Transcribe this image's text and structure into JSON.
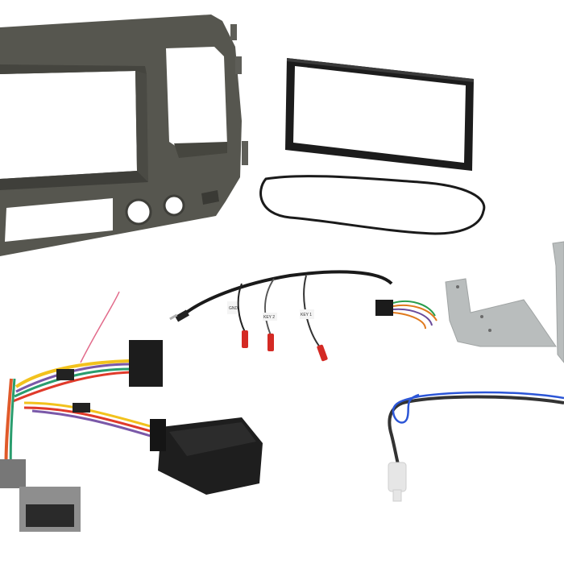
{
  "image": {
    "description": "Product photo of a car stereo double-DIN fitting kit on white background",
    "background": "#ffffff"
  },
  "parts": [
    {
      "name": "fascia-panel",
      "color": "#55554f"
    },
    {
      "name": "double-din-surround",
      "color": "#1c1c1c"
    },
    {
      "name": "trim-seal",
      "color": "#1a1a1a"
    },
    {
      "name": "steering-control-harness"
    },
    {
      "name": "interface-module",
      "color": "#1e1e1e"
    },
    {
      "name": "key-lead-harness"
    },
    {
      "name": "mounting-brackets",
      "color": "#b8bcbc"
    },
    {
      "name": "antenna-adapter",
      "wire_colors": [
        "#2b55d6",
        "#333333"
      ]
    }
  ],
  "labels": {
    "gnd": "GND",
    "key2": "KEY 2",
    "key1": "KEY 1"
  }
}
